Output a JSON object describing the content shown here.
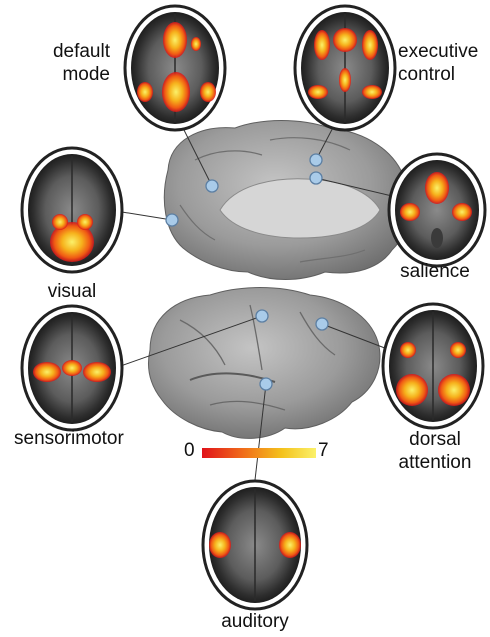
{
  "networks": [
    {
      "id": "default-mode",
      "label_lines": [
        "default",
        "mode"
      ]
    },
    {
      "id": "executive-control",
      "label_lines": [
        "executive",
        "control"
      ]
    },
    {
      "id": "visual",
      "label_lines": [
        "visual"
      ]
    },
    {
      "id": "salience",
      "label_lines": [
        "salience"
      ]
    },
    {
      "id": "sensorimotor",
      "label_lines": [
        "sensorimotor"
      ]
    },
    {
      "id": "dorsal-attention",
      "label_lines": [
        "dorsal",
        "attention"
      ]
    },
    {
      "id": "auditory",
      "label_lines": [
        "auditory"
      ]
    }
  ],
  "colorbar": {
    "min": "0",
    "max": "7",
    "colors": [
      "#e0121a",
      "#f06a1a",
      "#f4c21c",
      "#fbf16a"
    ]
  },
  "colors": {
    "marker": "#a9cbe9",
    "marker_stroke": "#5c7fa3",
    "brain": "#9a9a9a",
    "activation": "#f6a019"
  }
}
